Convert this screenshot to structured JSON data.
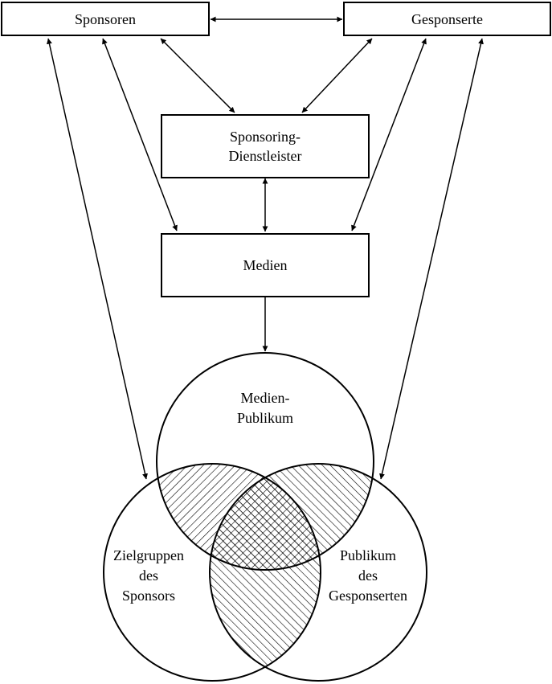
{
  "nodes": {
    "sponsoren": "Sponsoren",
    "gesponserte": "Gesponserte",
    "dienstleister_line1": "Sponsoring-",
    "dienstleister_line2": "Dienstleister",
    "medien": "Medien"
  },
  "venn": {
    "medien_publikum_line1": "Medien-",
    "medien_publikum_line2": "Publikum",
    "zielgruppen_line1": "Zielgruppen",
    "zielgruppen_line2": "des",
    "zielgruppen_line3": "Sponsors",
    "publikum_line1": "Publikum",
    "publikum_line2": "des",
    "publikum_line3": "Gesponserten"
  },
  "colors": {
    "stroke": "#000000",
    "background": "#ffffff"
  }
}
